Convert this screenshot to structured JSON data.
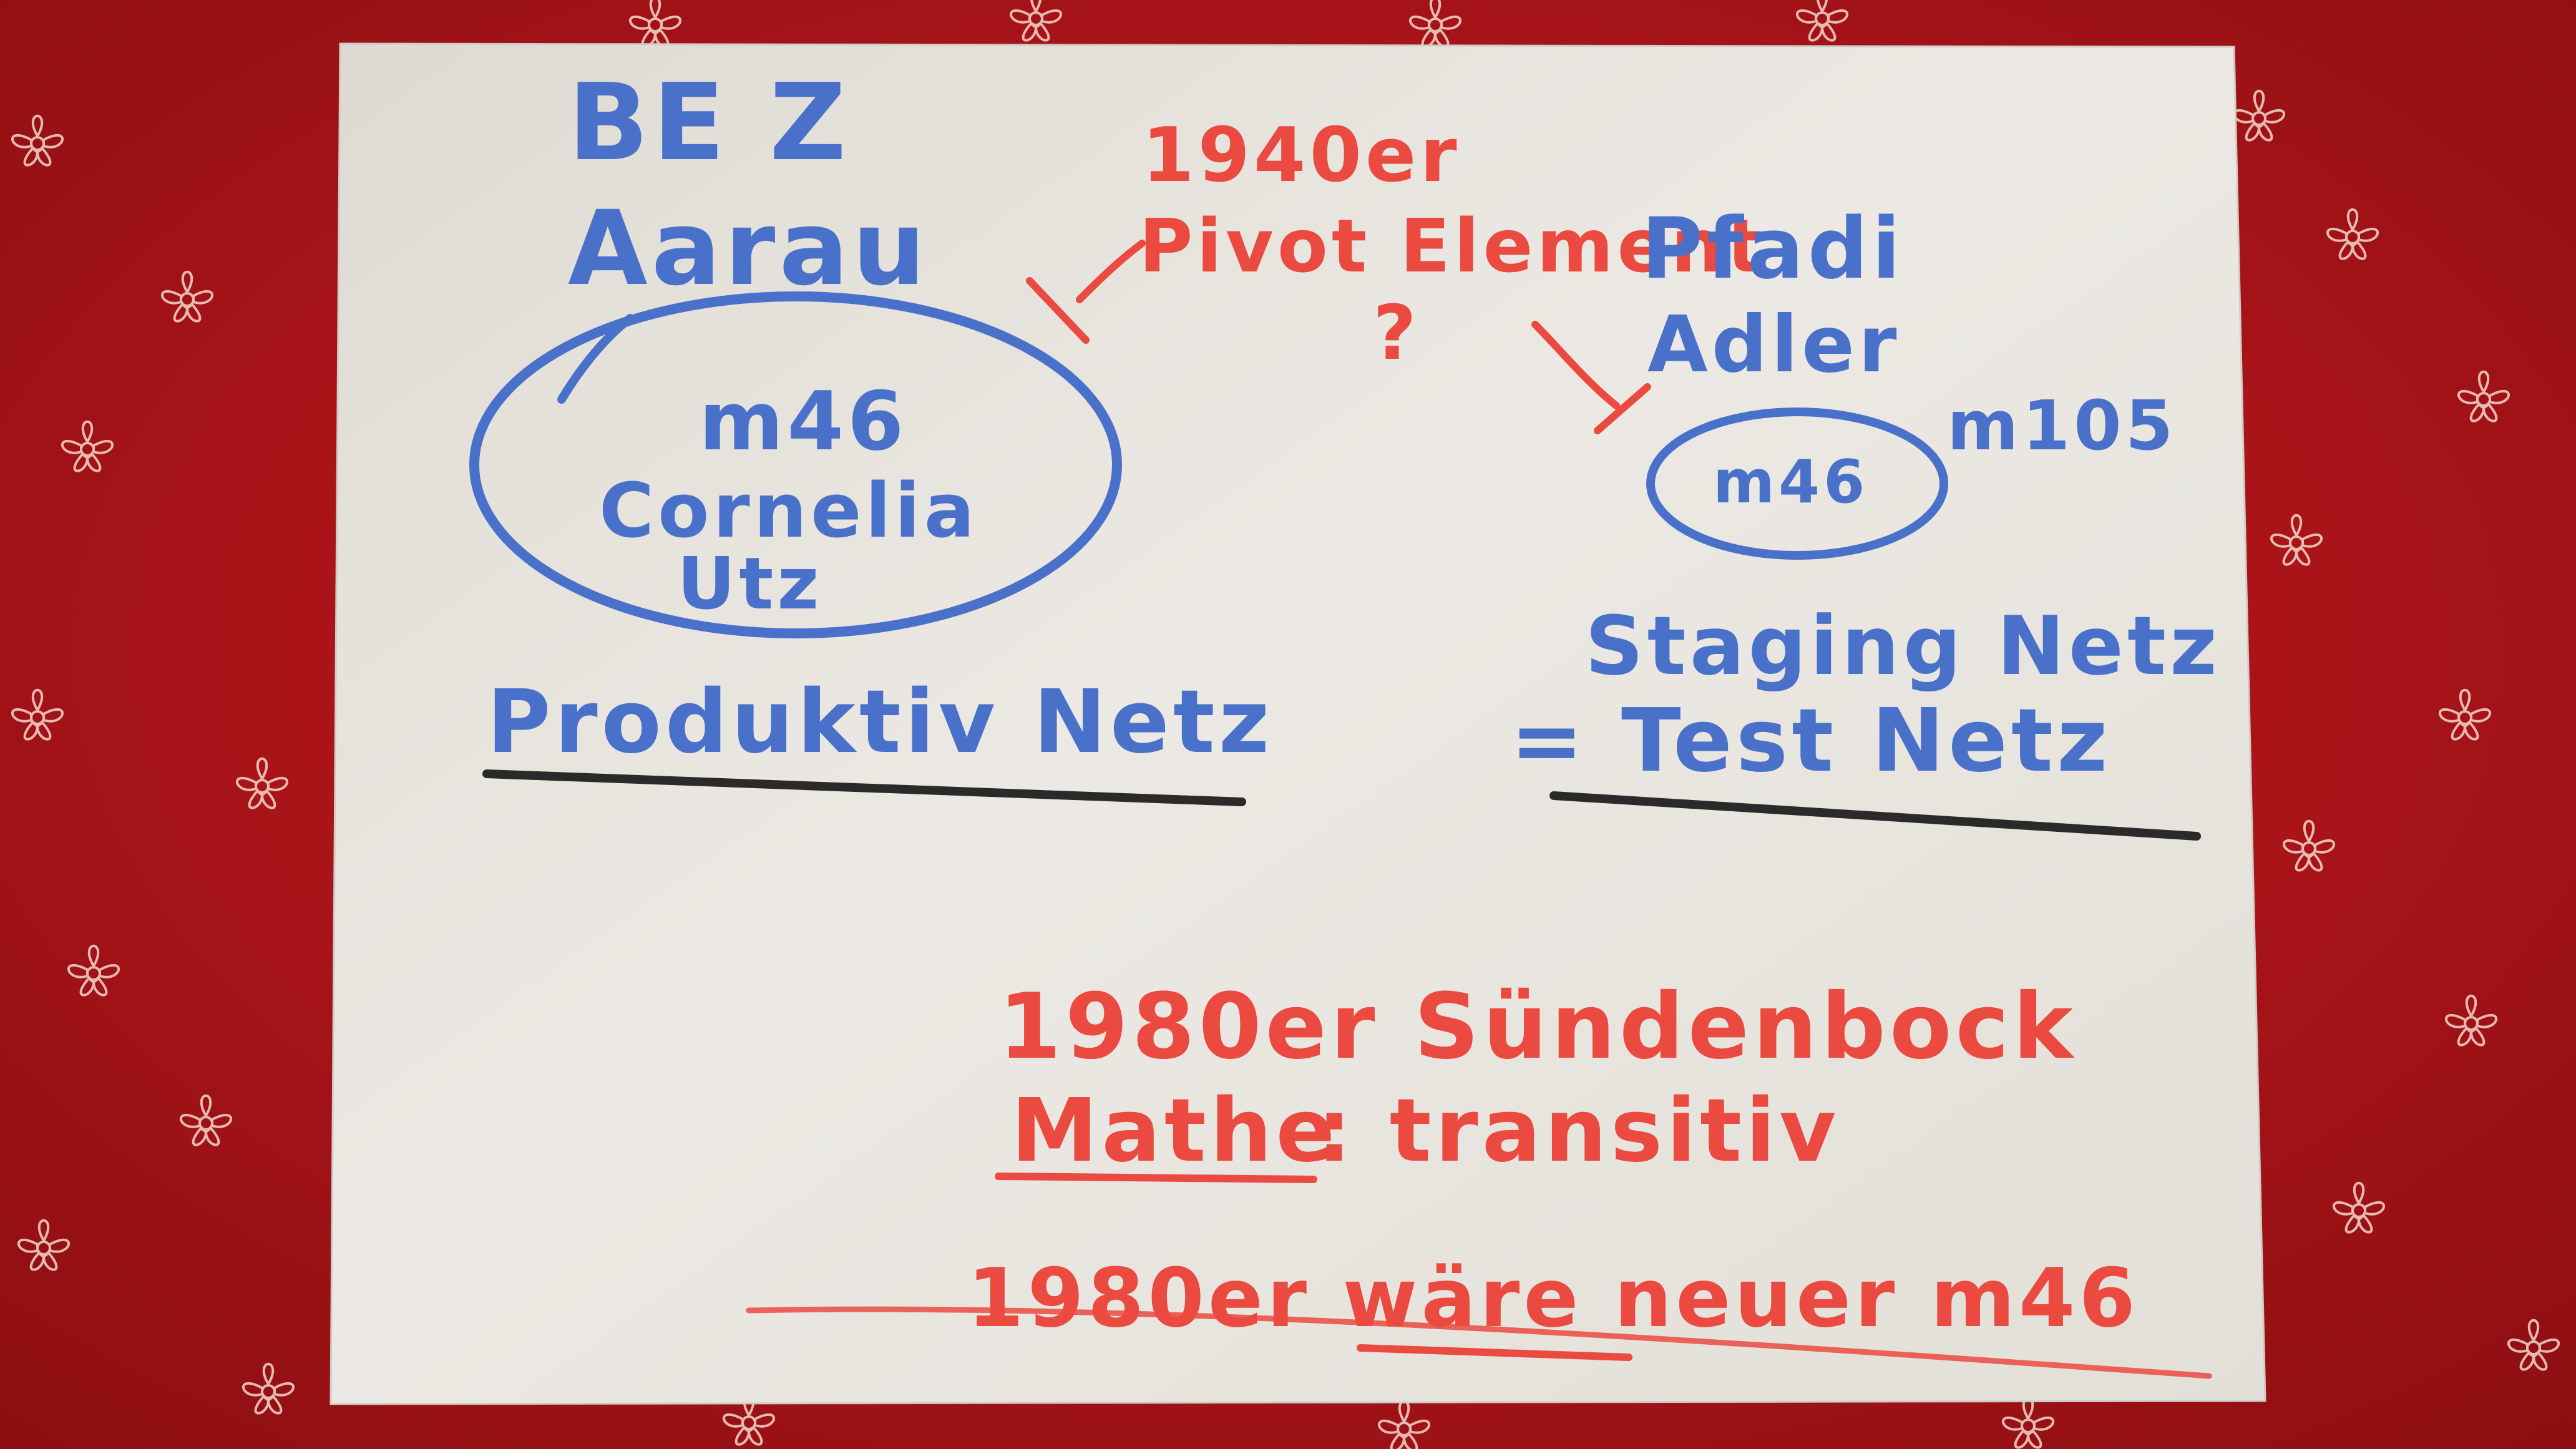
{
  "whiteboard_notes": {
    "left_group": {
      "heading_1": "BE Z",
      "heading_2": "Aarau",
      "ellipse_line_1": "m46",
      "ellipse_line_2": "Cornelia",
      "ellipse_line_3": "Utz",
      "network_label": "Produktiv Netz"
    },
    "middle_group": {
      "decade": "1940er",
      "pivot": "Pivot Element",
      "question": "?"
    },
    "right_group": {
      "heading_1": "Pfadi",
      "heading_2": "Adler",
      "side_label": "m105",
      "ellipse_text": "m46",
      "network_label_1": "Staging Netz",
      "network_label_2": "= Test Netz"
    },
    "bottom_notes": {
      "line_1": "1980er Sündenbock",
      "line_2_prefix": "Mathe",
      "line_2_rest": ": transitiv",
      "line_3": "1980er wäre neuer m46"
    }
  },
  "colors": {
    "tablecloth": "#b3151a",
    "paper": "#e8e6e1",
    "blue_marker": "#4a71c9",
    "red_marker": "#ea4a3f",
    "black_marker": "#2a2a2a"
  }
}
